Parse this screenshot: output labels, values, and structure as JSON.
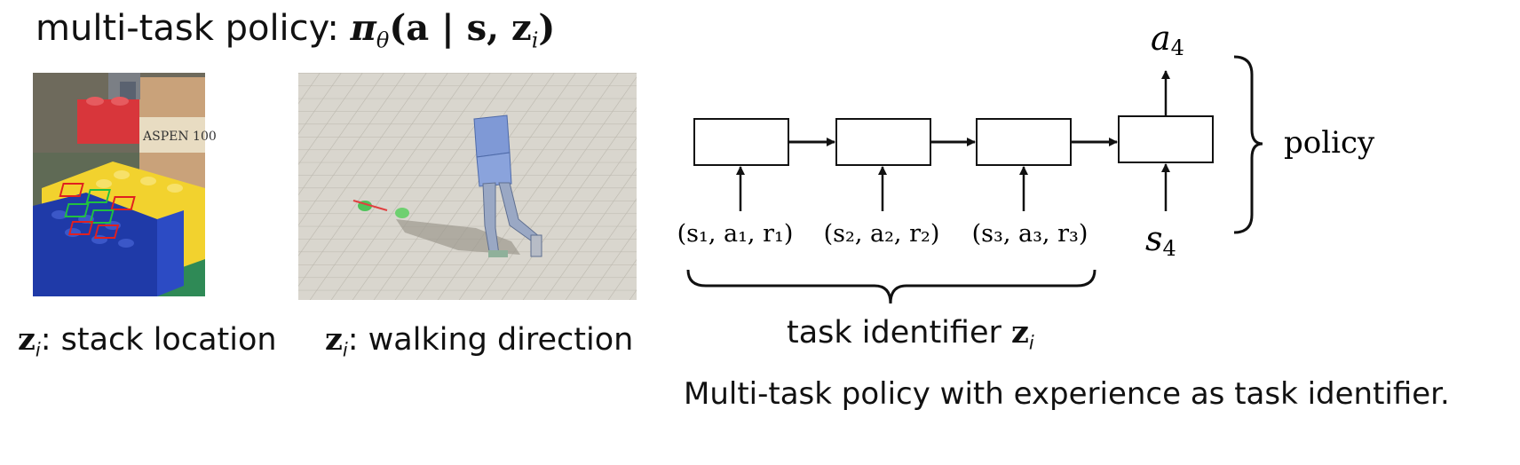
{
  "title": {
    "prefix": "multi-task policy: ",
    "pi": "π",
    "theta": "θ",
    "args": "(a | s, z",
    "args_sub": "i",
    "close": ")"
  },
  "left_image": {
    "caption_var": "z",
    "caption_sub": "i",
    "caption_text": ": stack location",
    "box_print": "ASPEN 100"
  },
  "middle_image": {
    "caption_var": "z",
    "caption_sub": "i",
    "caption_text": ": walking direction"
  },
  "diagram": {
    "inputs": [
      {
        "label": "(s₁, a₁, r₁)"
      },
      {
        "label": "(s₂, a₂, r₂)"
      },
      {
        "label": "(s₃, a₃, r₃)"
      }
    ],
    "state_input": "s",
    "state_sub": "4",
    "output": "a",
    "output_sub": "4",
    "brace_label": "policy",
    "task_label_text": "task identifier ",
    "task_label_var": "z",
    "task_label_sub": "i"
  },
  "footer_caption": "Multi-task policy with experience as task identifier.",
  "colors": {
    "lego_yellow": "#f2d22e",
    "lego_blue": "#1f3aa8",
    "lego_red": "#d8363b",
    "grid_floor": "#d9d6ce",
    "robot_blue": "#7f99d6"
  }
}
